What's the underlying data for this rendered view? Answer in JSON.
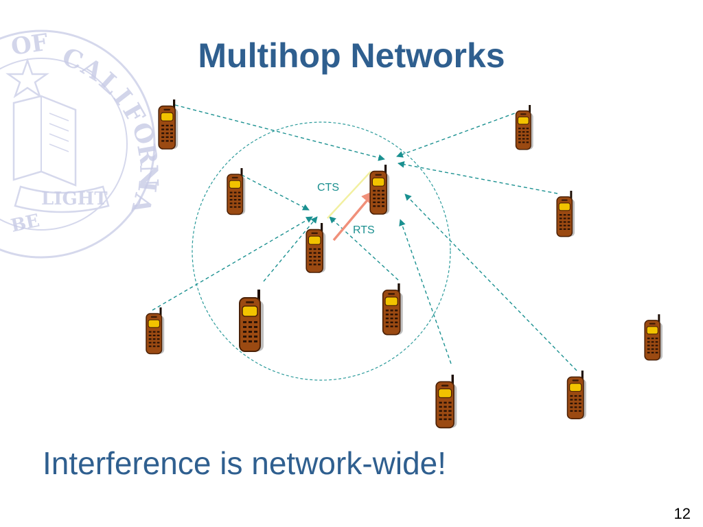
{
  "slide": {
    "title": "Multihop Networks",
    "subtitle": "Interference is network-wide!",
    "page_number": "12"
  },
  "seal": {
    "lettering": "OF CALIFORNIA · LET THERE BE LIGHT"
  },
  "diagram": {
    "labels": {
      "cts": "CTS",
      "rts": "RTS"
    },
    "colors": {
      "dashed_link": "#1a9090",
      "range_circle": "#2a9a9a",
      "rts_arrow": "#f0907a",
      "cts_arrow": "#f2f0a0",
      "label_text": "#1a8f8f",
      "phone_body": "#9b4a12",
      "phone_screen": "#f2c300",
      "seal": "#c8cbe6"
    },
    "icons": [
      "cell-phone-icon"
    ]
  }
}
